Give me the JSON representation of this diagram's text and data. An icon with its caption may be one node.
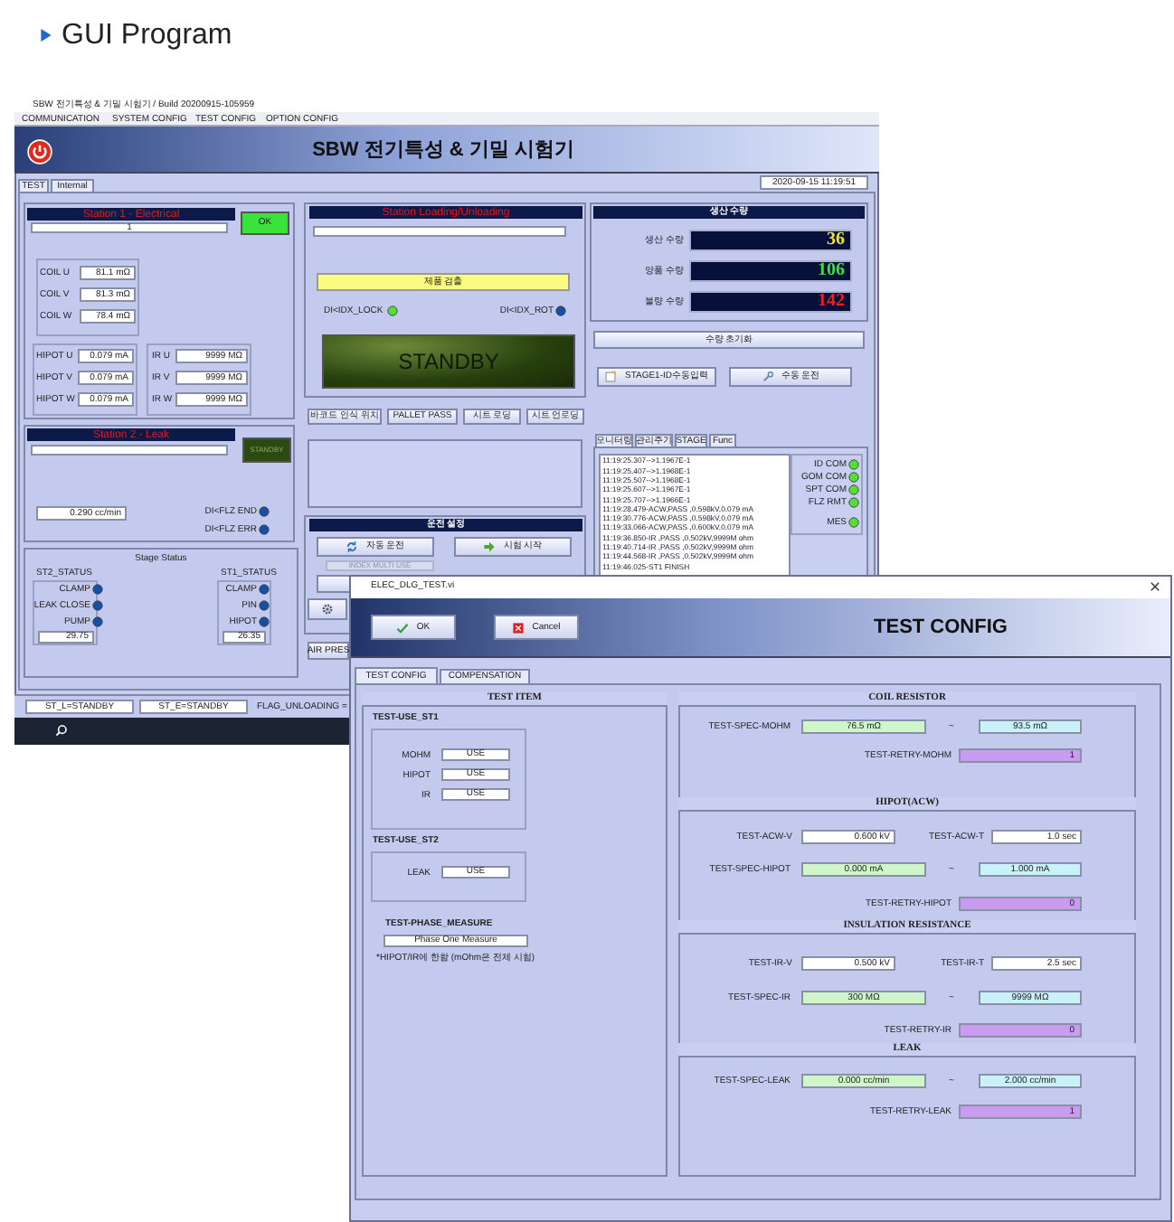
{
  "diagram": {
    "title": "GUI Program",
    "labels": [
      "SBW 전기특성 & 기밀 시험기 / Build 20200915-105959",
      "COMMUNICATION",
      "SYSTEM CONFIG",
      "TEST CONFIG",
      "OPTION CONFIG",
      "SBW 전기특성 & 기밀 시험기",
      "TEST",
      "Internal",
      "2020-09-15 11:19:51",
      "Station 1 - Electrical",
      "1",
      "OK",
      "COIL U",
      "81.1 mΩ",
      "COIL V",
      "81.3 mΩ",
      "COIL W",
      "78.4 mΩ",
      "HIPOT U",
      "0.079 mA",
      "IR U",
      "9999 MΩ",
      "HIPOT V",
      "0.079 mA",
      "IR V",
      "9999 MΩ",
      "HIPOT W",
      "0.079 mA",
      "IR W",
      "9999 MΩ",
      "Station 2 - Leak",
      "STANDBY",
      "0.290 cc/min",
      "DI<FLZ END",
      "DI<FLZ ERR",
      "Stage Status",
      "ST2_STATUS",
      "CLAMP",
      "LEAK CLOSE",
      "PUMP",
      "29.75",
      "ST1_STATUS",
      "CLAMP",
      "PIN",
      "HIPOT",
      "26.35",
      "ST_L=STANDBY",
      "ST_E=STANDBY",
      "FLAG_UNLOADING =",
      "Station Loading/Unloading",
      "제품 검출",
      "DI<IDX_LOCK",
      "DI<IDX_ROT",
      "STANDBY",
      "바코드 인식 위치",
      "PALLET PASS",
      "시트 로딩",
      "시트 언로딩",
      "운전 설정",
      "자동 운전",
      "시험 시작",
      "INDEX MULTI USE",
      "AIR PRES",
      "생산 수량",
      "생산 수량",
      "36",
      "양품 수량",
      "106",
      "불량 수량",
      "142",
      "수량 초기화",
      "STAGE1-ID수동입력",
      "수동 운전",
      "모니터링",
      "관리주기",
      "STAGE",
      "Func",
      "11:19:25.307-->1.1967E-1",
      "11:19:25.407-->1.1968E-1",
      "11:19:25.507-->1.1968E-1",
      "11:19:25.607-->1.1967E-1",
      "11:19:25.707-->1.1966E-1",
      "11:19:28.479-ACW,PASS ,0.598kV,0.079 mA",
      "11:19:30.776-ACW,PASS ,0.598kV,0.079 mA",
      "11:19:33.066-ACW,PASS ,0.600kV,0.079 mA",
      "11:19:36.850-IR ,PASS ,0.502kV,9999M ohm",
      "11:19:40.714-IR ,PASS ,0.502kV,9999M ohm",
      "11:19:44.568-IR ,PASS ,0.502kV,9999M ohm",
      "11:19:46.025-ST1 FINISH",
      "ID COM",
      "GOM COM",
      "SPT COM",
      "FLZ RMT",
      "MES",
      "ELEC_DLG_TEST.vi",
      "OK",
      "Cancel",
      "TEST CONFIG",
      "TEST CONFIG",
      "COMPENSATION",
      "TEST ITEM",
      "TEST-USE_ST1",
      "MOHM",
      "USE",
      "HIPOT",
      "USE",
      "IR",
      "USE",
      "TEST-USE_ST2",
      "LEAK",
      "USE",
      "TEST-PHASE_MEASURE",
      "Phase One Measure",
      "*HIPOT/IR에 한함 (mOhm은 전체 시험)",
      "COIL RESISTOR",
      "TEST-SPEC-MOHM",
      "76.5 mΩ",
      "~",
      "93.5 mΩ",
      "TEST-RETRY-MOHM",
      "1",
      "HIPOT(ACW)",
      "TEST-ACW-V",
      "0.600 kV",
      "TEST-ACW-T",
      "1.0 sec",
      "TEST-SPEC-HIPOT",
      "0.000 mA",
      "~",
      "1.000 mA",
      "TEST-RETRY-HIPOT",
      "0",
      "INSULATION RESISTANCE",
      "TEST-IR-V",
      "0.500 kV",
      "TEST-IR-T",
      "2.5 sec",
      "TEST-SPEC-IR",
      "300 MΩ",
      "~",
      "9999 MΩ",
      "TEST-RETRY-IR",
      "0",
      "LEAK",
      "TEST-SPEC-LEAK",
      "0.000 cc/min",
      "~",
      "2.000 cc/min",
      "TEST-RETRY-LEAK",
      "1"
    ]
  }
}
